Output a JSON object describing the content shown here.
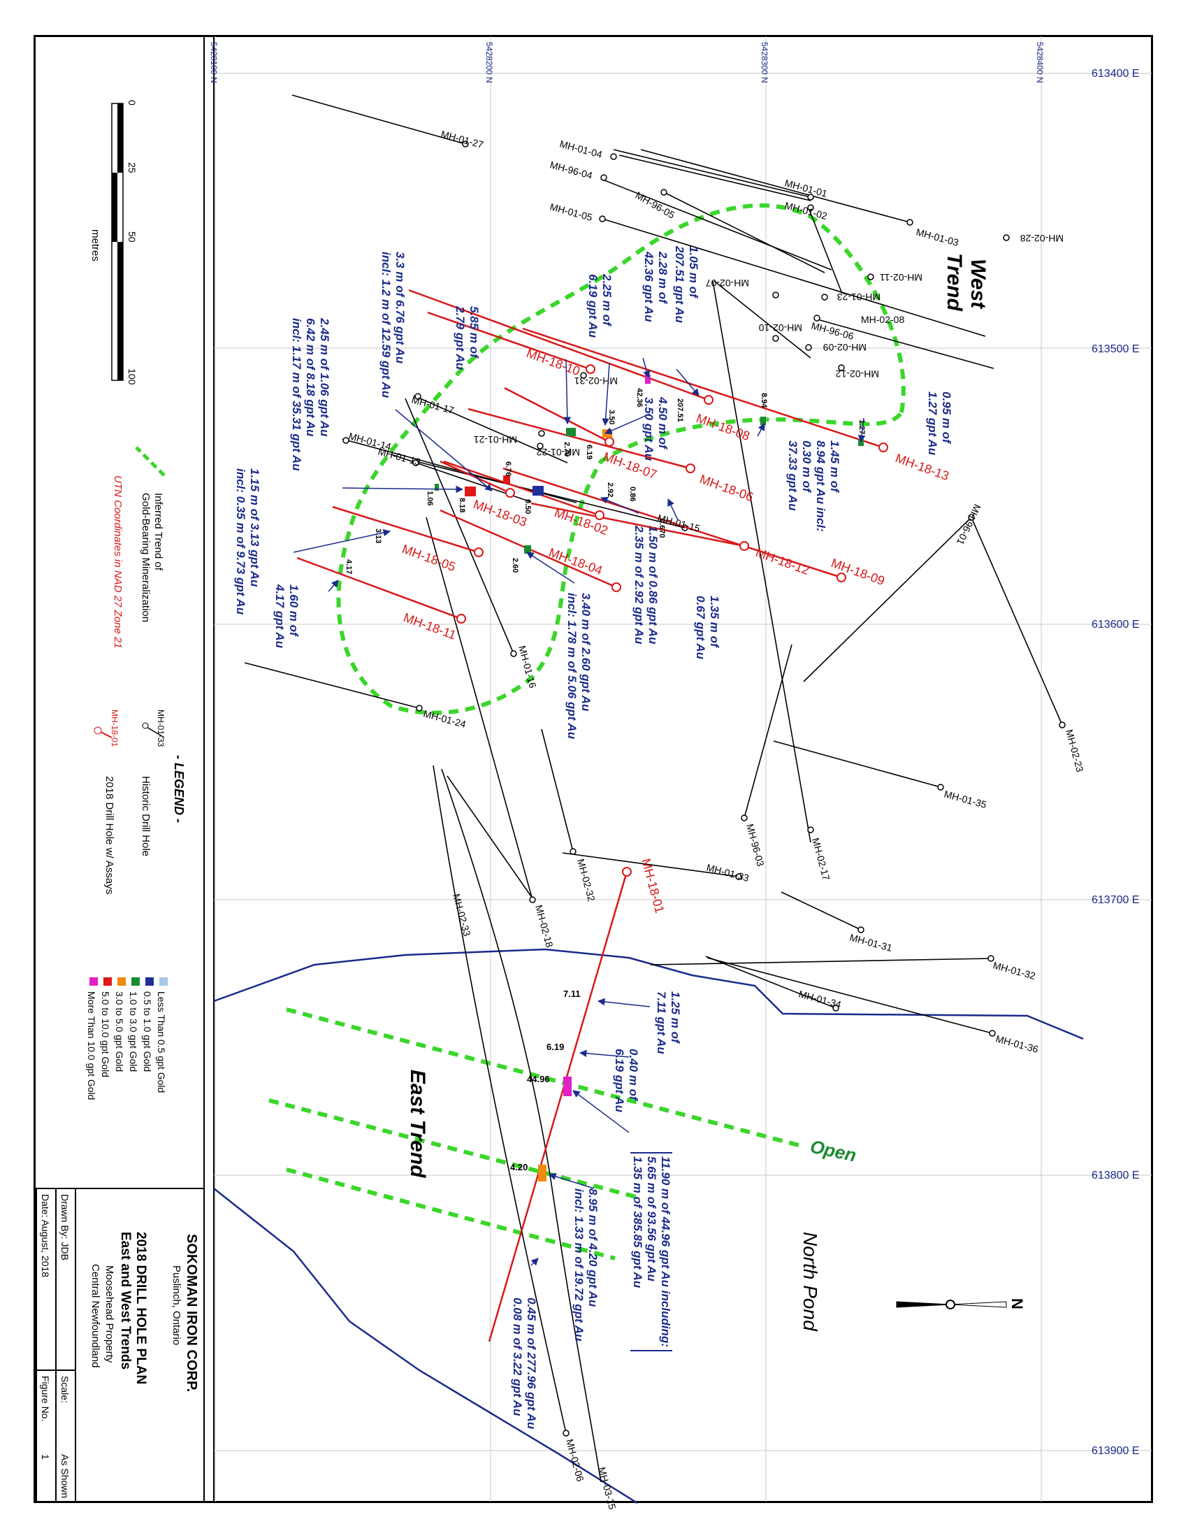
{
  "grid": {
    "northings": [
      "5428100 N",
      "5428200 N",
      "5428300 N",
      "5428400 N"
    ],
    "eastings": [
      "613400 E",
      "613500 E",
      "613600 E",
      "613700 E",
      "613800 E",
      "613900 E"
    ]
  },
  "scale": {
    "ticks": [
      "0",
      "25",
      "50",
      "100"
    ],
    "unit": "metres"
  },
  "legend": {
    "title": "- LEGEND -",
    "historic_sample": "MH-01-33",
    "historic_label": "Historic Drill Hole",
    "new_sample": "MH-18-01",
    "new_label": "2018 Drill Hole w/ Assays",
    "trend_label_1": "Inferred Trend of",
    "trend_label_2": "Gold-Bearing Mineralization",
    "coords_note": "UTN Coordinates in NAD 27 Zone 21",
    "grades": [
      {
        "label": "Less Than 0.5 gpt Gold",
        "color": "#a8c8e8"
      },
      {
        "label": "0.5 to 1.0 gpt Gold",
        "color": "#1f2f9a"
      },
      {
        "label": "1.0 to 3.0 gpt Gold",
        "color": "#1a8a30"
      },
      {
        "label": "3.0 to 5.0 gpt Gold",
        "color": "#f08a10"
      },
      {
        "label": "5.0 to 10.0 gpt Gold",
        "color": "#e01818"
      },
      {
        "label": "More Than 10.0 gpt Gold",
        "color": "#e020c8"
      }
    ]
  },
  "title_block": {
    "company": "SOKOMAN IRON CORP.",
    "location": "Puslinch, Ontario",
    "title1": "2018 DRILL HOLE PLAN",
    "title2": "East and West Trends",
    "property": "Moosehead Property",
    "region": "Central Newfoundland",
    "drawn_by": "Drawn By: JDB",
    "date": "Date:  August, 2018",
    "scale_label": "Scale:",
    "scale_value": "As Shown",
    "figure_label": "Figure No.",
    "figure_value": "1"
  },
  "map_labels": {
    "west_trend_1": "West",
    "west_trend_2": "Trend",
    "east_trend": "East Trend",
    "north_pond": "North Pond",
    "open": "Open",
    "north": "N"
  },
  "historic_holes": [
    "MH-01-27",
    "MH-01-04",
    "MH-96-04",
    "MH-96-05",
    "MH-01-05",
    "MH-01-01",
    "MH-01-02",
    "MH-01-03",
    "MH-02-28",
    "MH-02-11",
    "MH-02-07",
    "MH-01-23",
    "MH-02-08",
    "MH-02-10",
    "MH-96-06",
    "MH-02-09",
    "MH-02-12",
    "MH-02-31",
    "MH-01-22",
    "MH-01-21",
    "MH-01-17",
    "MH-01-14",
    "MH-01-13",
    "MH-01-15",
    "MH-96-01",
    "MH-01-16",
    "MH-01-24",
    "MH-02-23",
    "MH-01-35",
    "MH-96-03",
    "MH-02-17",
    "MH-01-33",
    "MH-02-32",
    "MH-02-33",
    "MH-02-18",
    "MH-01-31",
    "MH-01-32",
    "MH-01-34",
    "MH-01-36",
    "MH-02-06",
    "MH-03-15"
  ],
  "new_holes": [
    "MH-18-10",
    "MH-18-08",
    "MH-18-13",
    "MH-18-07",
    "MH-18-06",
    "MH-18-03",
    "MH-18-02",
    "MH-18-12",
    "MH-18-09",
    "MH-18-05",
    "MH-18-04",
    "MH-18-11",
    "MH-18-01"
  ],
  "assay_ticks": [
    "7.11",
    "6.19",
    "44.96",
    "4.20",
    "8.94",
    "1.27",
    "42.36",
    "207.51",
    "3.50",
    "2.79",
    "6.19",
    "0.50",
    "8.18",
    "1.06",
    "6.76",
    "0.86",
    "2.92",
    "0.670",
    "3.13",
    "4.17",
    "2.60"
  ],
  "intercepts": {
    "a1": [
      "1.05 m of",
      "207.51 gpt Au"
    ],
    "a2": [
      "2.28 m of",
      "42.36 gpt Au"
    ],
    "a3": [
      "2.25 m of",
      "6.19 gpt Au"
    ],
    "a4": [
      "5.85 m of",
      "2.79 gpt Au"
    ],
    "a5": [
      "3.3 m of 6.76 gpt Au",
      "incl: 1.2 m of 12.59 gpt Au"
    ],
    "a6": [
      "2.45 m of 1.06 gpt Au",
      "6.42 m of 8.18 gpt Au",
      "incl: 1.17 m of 35.31 gpt Au"
    ],
    "a7": [
      "1.15 m of 3.13 gpt Au",
      "incl: 0.35 m of 9.73 gpt Au"
    ],
    "a8": [
      "1.60 m of",
      "4.17 gpt Au"
    ],
    "a9": [
      "4.50 m of",
      "3.50 gpt Au"
    ],
    "a10": [
      "1.45 m of",
      "8.94 gpt Au incl:",
      "0.30 m of",
      "37.33 gpt Au"
    ],
    "a11": [
      "0.95 m of",
      "1.27 gpt Au"
    ],
    "a12": [
      "1.50 m of 0.86 gpt Au",
      "2.35 m of 2.92 gpt Au"
    ],
    "a13": [
      "1.35 m of",
      "0.67 gpt Au"
    ],
    "a14": [
      "3.40 m of 2.60 gpt Au",
      "incl: 1.78 m of 5.06 gpt Au"
    ],
    "a15": [
      "1.25 m of",
      "7.11 gpt Au"
    ],
    "a16": [
      "0.40 m of",
      "6.19 gpt Au"
    ],
    "a17": [
      "11.90 m of 44.96 gpt Au including:",
      "5.65 m of 93.56 gpt Au",
      "1.35 m of 385.85 gpt Au"
    ],
    "a18": [
      "8.95 m of 4.20 gpt Au",
      "incl: 1.33 m of 19.72 gpt Au"
    ],
    "a19": [
      "0.45 m of 277.96 gpt Au",
      "0.08 m of 3.22 gpt Au"
    ]
  }
}
